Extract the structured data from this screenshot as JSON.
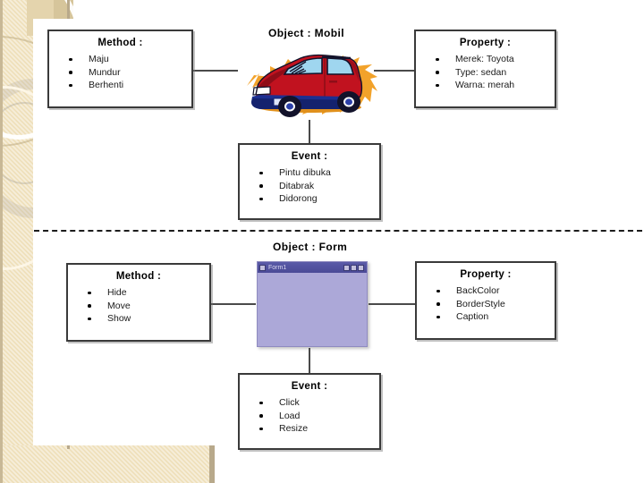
{
  "slide": {
    "background_color": "#ffffff",
    "accent_band_color": "#efe0bb"
  },
  "sections": [
    {
      "id": "mobil",
      "object_caption": "Object : Mobil",
      "object_graphic": "car-clipart",
      "method_box": {
        "title": "Method :",
        "items": [
          "Maju",
          "Mundur",
          "Berhenti"
        ]
      },
      "property_box": {
        "title": "Property :",
        "items": [
          "Merek: Toyota",
          "Type: sedan",
          "Warna: merah"
        ]
      },
      "event_box": {
        "title": "Event :",
        "items": [
          "Pintu dibuka",
          "Ditabrak",
          "Didorong"
        ]
      }
    },
    {
      "id": "form",
      "object_caption": "Object : Form",
      "object_graphic": "form-window-clipart",
      "form_window": {
        "title": "Form1",
        "body_color": "#aca8d8",
        "titlebar_color": "#4a4a96",
        "buttons": [
          "minimize",
          "maximize",
          "close"
        ]
      },
      "method_box": {
        "title": "Method :",
        "items": [
          "Hide",
          "Move",
          "Show"
        ]
      },
      "property_box": {
        "title": "Property :",
        "items": [
          "BackColor",
          "BorderStyle",
          "Caption"
        ]
      },
      "event_box": {
        "title": "Event :",
        "items": [
          "Click",
          "Load",
          "Resize"
        ]
      }
    }
  ]
}
